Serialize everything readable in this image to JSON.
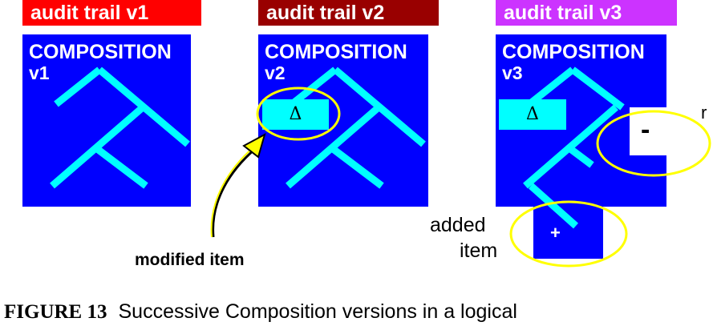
{
  "tabs": {
    "v1": {
      "label": "audit trail v1",
      "color": "#ff0000"
    },
    "v2": {
      "label": "audit trail v2",
      "color": "#990000"
    },
    "v3": {
      "label": "audit trail v3",
      "color": "#cc33ff"
    }
  },
  "panels": {
    "v1": {
      "title": "COMPOSITION",
      "version": "v1"
    },
    "v2": {
      "title": "COMPOSITION",
      "version": "v2"
    },
    "v3": {
      "title": "COMPOSITION",
      "version": "v3"
    }
  },
  "symbols": {
    "delta": "Δ",
    "removed": "-",
    "added": "+"
  },
  "annotations": {
    "modified": "modified item",
    "removed_partial": "r",
    "added_line1": "added",
    "added_line2": "item"
  },
  "caption": {
    "label": "FIGURE 13",
    "text": "Successive Composition versions in a logical"
  },
  "colors": {
    "panel": "#0000ff",
    "tree": "#00ffff",
    "highlight": "#ffff00"
  }
}
